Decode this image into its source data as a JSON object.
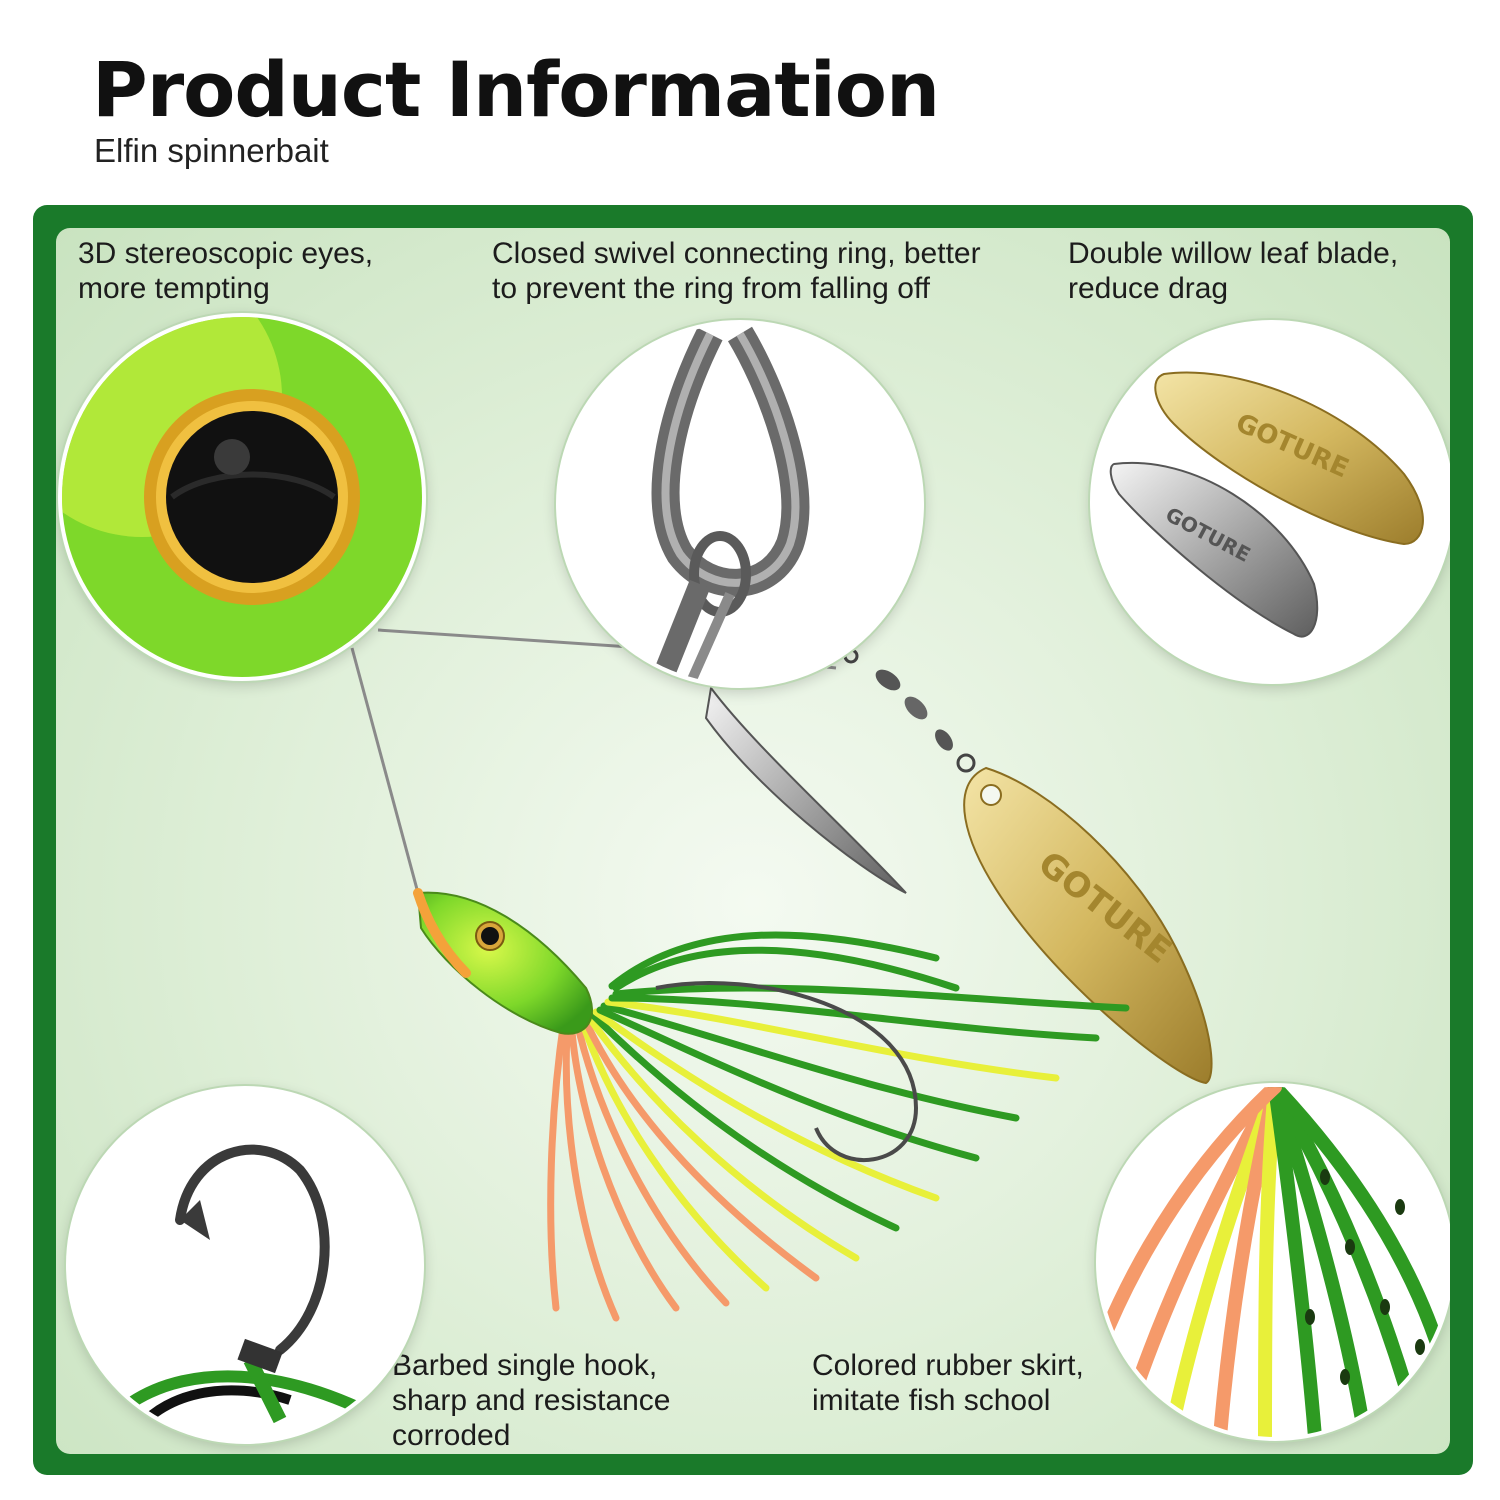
{
  "header": {
    "title": "Product Information",
    "subtitle": "Elfin spinnerbait"
  },
  "features": {
    "eyes": "3D stereoscopic eyes,\nmore tempting",
    "swivel": "Closed swivel connecting ring, better\nto prevent the ring from falling off",
    "blade": "Double willow leaf blade,\nreduce drag",
    "hook": "Barbed single hook,\nsharp and resistance\ncorroded",
    "skirt": "Colored rubber skirt,\nimitate fish school"
  },
  "brand": {
    "blade_logo": "GOTURE"
  },
  "colors": {
    "frame": "#1a7a2a",
    "skirt_green": "#2e9a22",
    "skirt_yellow": "#e8f03a",
    "skirt_orange": "#f59a6a",
    "blade_gold": "#d8c06a"
  }
}
